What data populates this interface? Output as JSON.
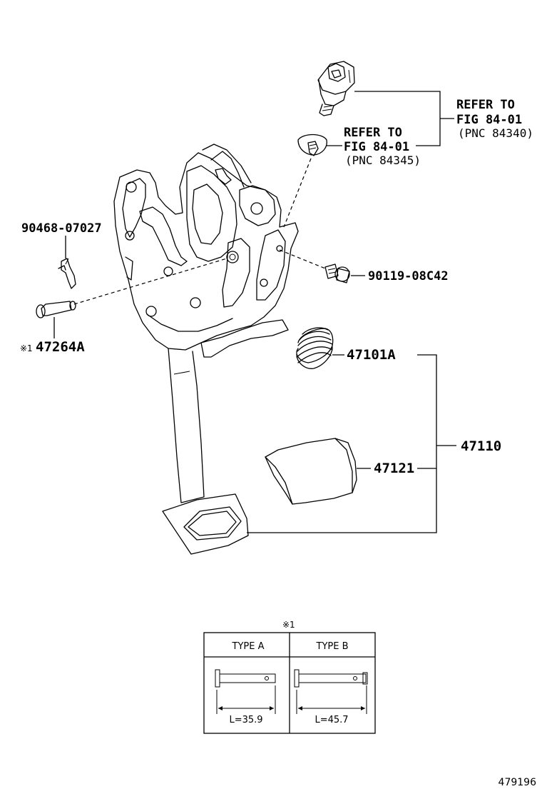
{
  "callouts": {
    "refer_a_line1": "REFER TO",
    "refer_a_line2": "FIG 84-01",
    "refer_a_line3": "(PNC 84340)",
    "refer_b_line1": "REFER TO",
    "refer_b_line2": "FIG 84-01",
    "refer_b_line3": "(PNC 84345)",
    "clip": "90468-07027",
    "bolt": "90119-08C42",
    "pin_mark": "※1",
    "pin": "47264A",
    "spring": "47101A",
    "assembly": "47110",
    "pad": "47121"
  },
  "table": {
    "mark": "※1",
    "type_a": "TYPE A",
    "type_b": "TYPE B",
    "len_a": "L=35.9",
    "len_b": "L=45.7"
  },
  "diagram_id": "479196"
}
